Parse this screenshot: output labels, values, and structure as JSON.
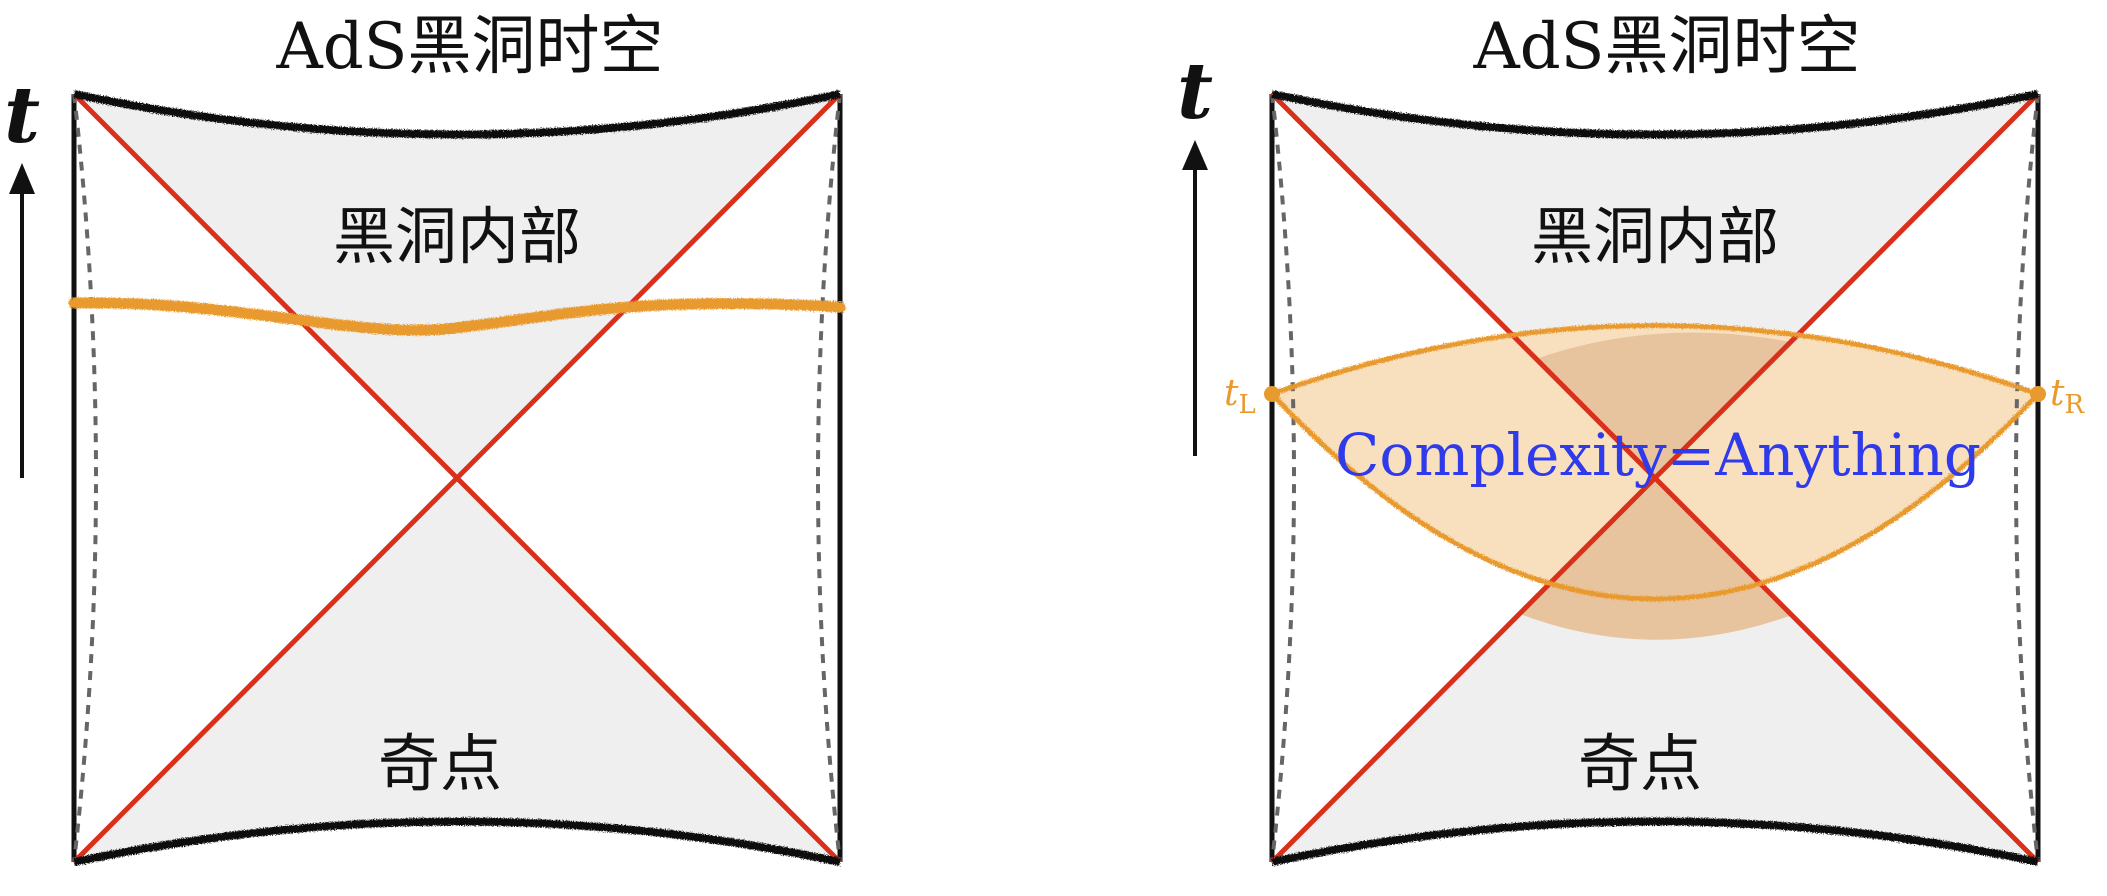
{
  "colors": {
    "background": "#ffffff",
    "shade": "#EFEFEF",
    "horizon": "#D9301C",
    "singularity": "#111111",
    "boundary": "#111111",
    "dashed": "#666666",
    "slice": "#E89A2E",
    "region_fill": "#F8DEBB",
    "region_overlap": "#E8C49E",
    "overlay_text": "#2F3BEA",
    "axis": "#111111"
  },
  "left_panel": {
    "title": "AdS黑洞时空",
    "axis_label": "t",
    "interior_label": "黑洞内部",
    "singularity_label": "奇点",
    "icon": "up-arrow-icon"
  },
  "right_panel": {
    "title": "AdS黑洞时空",
    "axis_label": "t",
    "interior_label": "黑洞内部",
    "singularity_label": "奇点",
    "marker_left": "t",
    "marker_left_sub": "L",
    "marker_right": "t",
    "marker_right_sub": "R",
    "overlay_label": "Complexity=Anything",
    "icon": "up-arrow-icon"
  }
}
